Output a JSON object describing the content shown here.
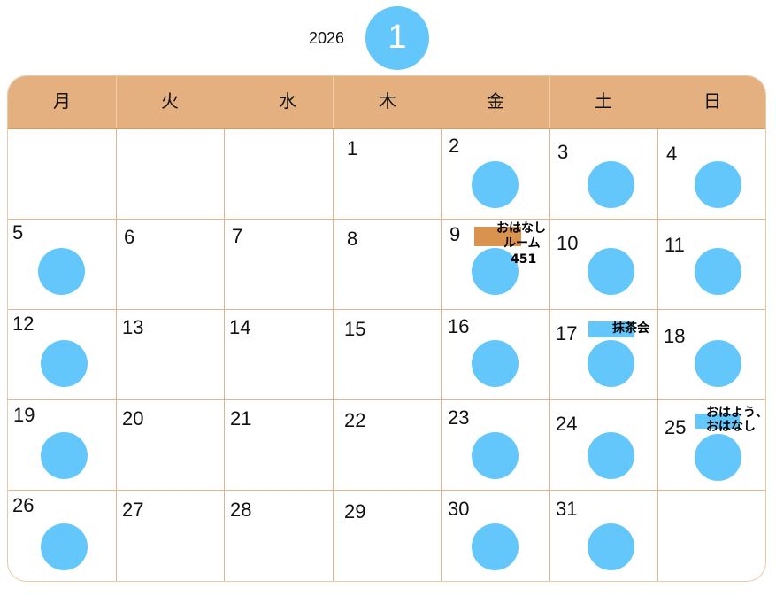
{
  "header": {
    "year": "2026",
    "month": "1"
  },
  "weekdays": [
    "月",
    "火",
    "水",
    "木",
    "金",
    "土",
    "日"
  ],
  "days": [
    "1",
    "2",
    "3",
    "4",
    "5",
    "6",
    "7",
    "8",
    "9",
    "10",
    "11",
    "12",
    "13",
    "14",
    "15",
    "16",
    "17",
    "18",
    "19",
    "20",
    "21",
    "22",
    "23",
    "24",
    "25",
    "26",
    "27",
    "28",
    "29",
    "30",
    "31"
  ],
  "events": {
    "jan9": {
      "line1": "おはなし",
      "line2": "ルーム",
      "line3": "451",
      "color": "#d9934f"
    },
    "jan17": {
      "label": "抹茶会",
      "color": "#63c7fb"
    },
    "jan25": {
      "line1": "おはよう、",
      "line2": "おはなし",
      "color": "#63c7fb"
    }
  },
  "colors": {
    "accent_blue": "#63c7fb",
    "header_orange": "#e5b07f",
    "grid_line": "#e3b58a"
  }
}
